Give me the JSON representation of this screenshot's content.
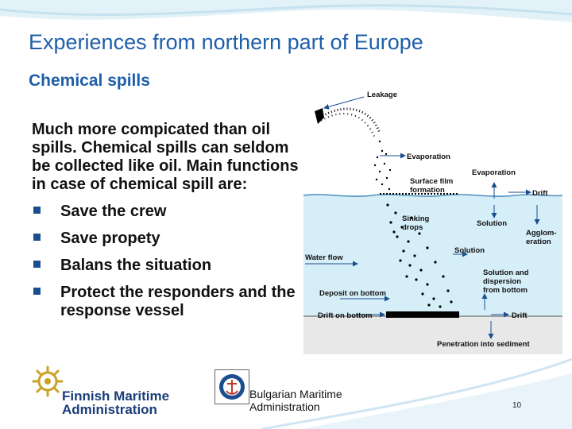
{
  "slide": {
    "title": "Experiences from northern part of Europe",
    "subtitle": "Chemical spills",
    "intro": "Much more compicated than oil spills. Chemical spills can seldom be collected like oil. Main functions in case of chemical spill are:",
    "bullets": [
      "Save the crew",
      "Save propety",
      "Balans the situation",
      "Protect the responders and the response vessel"
    ],
    "page_number": "10"
  },
  "diagram": {
    "labels": {
      "leakage": "Leakage",
      "evaporation_left": "Evaporation",
      "evaporation_right": "Evaporation",
      "surface_film_1": "Surface film",
      "surface_film_2": "formation",
      "drift_top": "Drift",
      "sinking_1": "Sinking",
      "sinking_2": "drops",
      "solution_upper": "Solution",
      "agglom_1": "Agglom-",
      "agglom_2": "eration",
      "water_flow": "Water flow",
      "solution_mid": "Solution",
      "dispersion_1": "Solution and",
      "dispersion_2": "dispersion",
      "dispersion_3": "from bottom",
      "deposit": "Deposit on bottom",
      "drift_bottom_left": "Drift on bottom",
      "drift_bottom_right": "Drift",
      "penetration": "Penetration into sediment"
    },
    "colors": {
      "water": "#d6eef7",
      "sediment": "#e8e8e8",
      "arrow": "#1a4e8f"
    }
  },
  "footer": {
    "fma_line1": "Finnish Maritime",
    "fma_line2": "Administration",
    "bma_line1": "Bulgarian Maritime",
    "bma_line2": "Administration"
  },
  "colors": {
    "title": "#1f5fa8",
    "bullet": "#1a4e8f",
    "wave": "#cfe6f2"
  }
}
